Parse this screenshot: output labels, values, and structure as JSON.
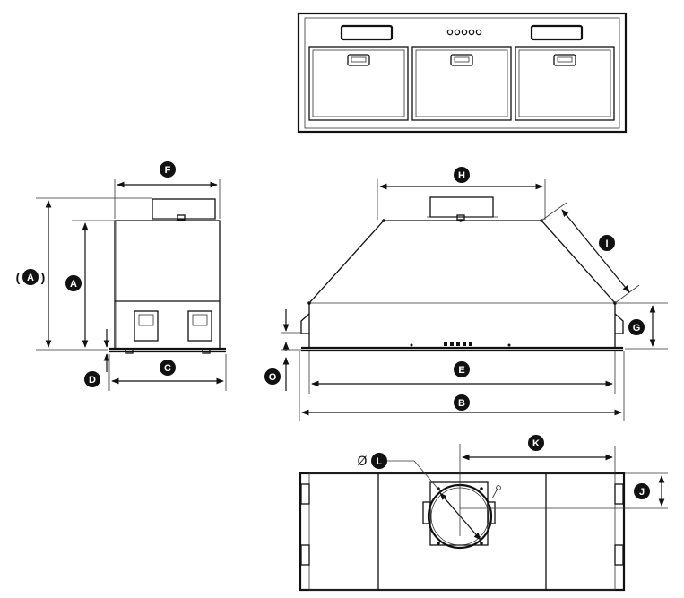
{
  "diagram": {
    "labels": {
      "A_paren": "A",
      "A": "A",
      "B": "B",
      "C": "C",
      "D": "D",
      "E": "E",
      "F": "F",
      "G": "G",
      "H": "H",
      "I": "I",
      "J": "J",
      "K": "K",
      "L": "L",
      "O": "O"
    },
    "symbols": {
      "open_paren": "(",
      "close_paren": ")",
      "diameter": "Ø"
    },
    "colors": {
      "line": "#111111",
      "badge": "#111111",
      "background": "#ffffff"
    }
  }
}
